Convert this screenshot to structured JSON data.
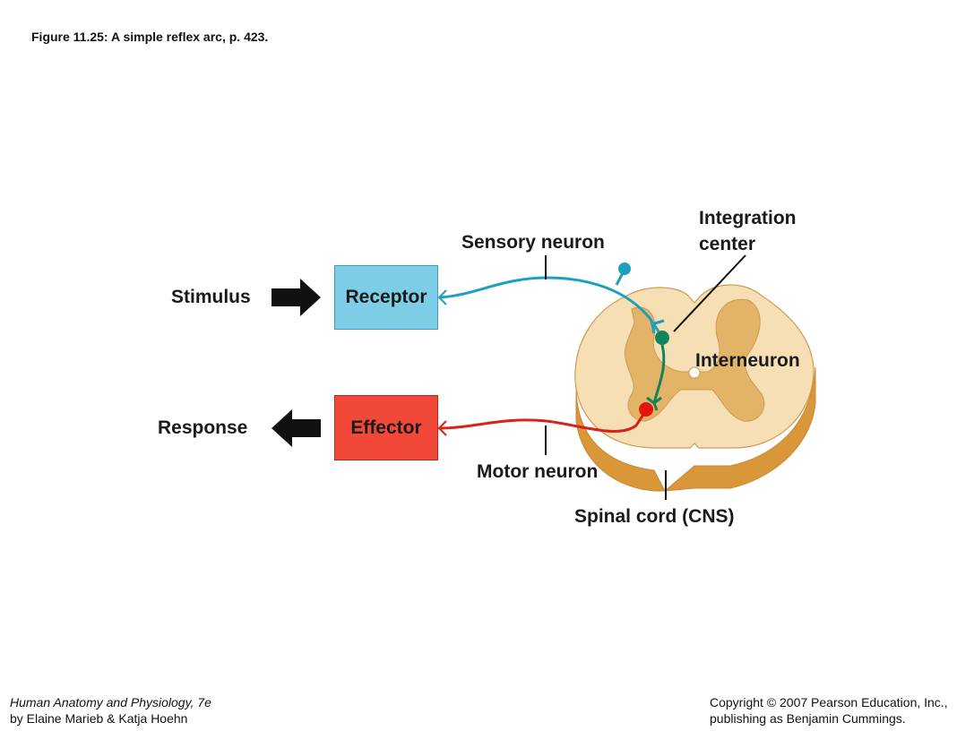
{
  "caption": "Figure 11.25:  A simple reflex arc, p. 423.",
  "labels": {
    "stimulus": "Stimulus",
    "response": "Response",
    "receptor": "Receptor",
    "effector": "Effector",
    "sensory_neuron": "Sensory neuron",
    "integration_center_line1": "Integration",
    "integration_center_line2": "center",
    "interneuron": "Interneuron",
    "motor_neuron": "Motor neuron",
    "spinal_cord": "Spinal cord (CNS)"
  },
  "footer": {
    "book_title": "Human Anatomy and Physiology, 7e",
    "authors": "by Elaine Marieb & Katja Hoehn",
    "copyright": "Copyright © 2007 Pearson Education, Inc.,",
    "publisher": "publishing as Benjamin Cummings."
  },
  "colors": {
    "receptor": "#7ecde6",
    "effector": "#f2483a",
    "sensory_neuron": "#1f9fbf",
    "interneuron": "#13835a",
    "motor_neuron": "#d6231c",
    "white_matter": "#f6dfb4",
    "gray_matter": "#e3b468",
    "cord_side": "#d9973a"
  }
}
